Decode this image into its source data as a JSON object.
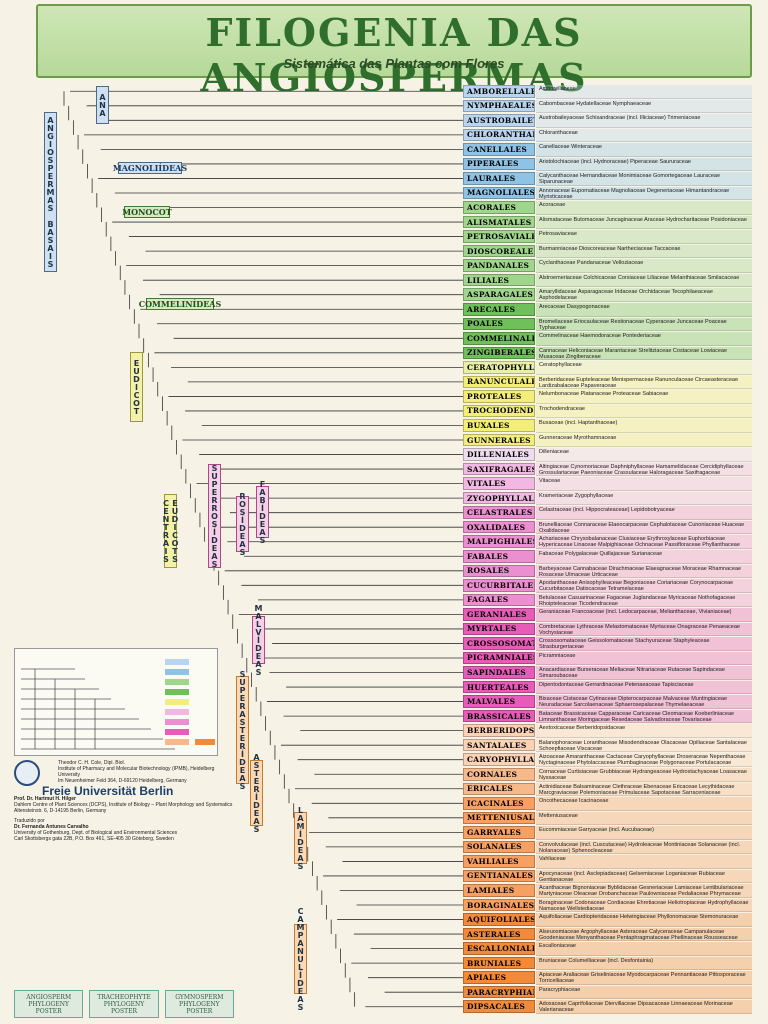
{
  "header": {
    "title": "FILOGENIA DAS ANGIOSPERMAS",
    "subtitle": "Sistemática das Plantas com Flores"
  },
  "groups": {
    "angiospermas_basais": "ANGIOSPERMAS BASAIS",
    "ana": "ANA",
    "magnolideas": "MAGNOLIÍDEAS",
    "monocot": "MONOCOT",
    "commelinideas": "COMMELINÍDEAS",
    "eudicot": "EUDICOT",
    "eudicots_centrais": "EUDICOTS CENTRAIS",
    "superrosideas": "SUPERROSÍDEAS",
    "rosideas": "ROSÍDEAS",
    "fabideas": "FABÍDEAS",
    "malvideas": "MALVÍDEAS",
    "superasterideas": "SUPERASTERÍDEAS",
    "asterideas": "ASTERÍDEAS",
    "lamideas": "LAMÍDEAS",
    "campanulideas": "CAMPANULÍDEAS"
  },
  "orders": [
    {
      "name": "AMBORELLALES",
      "color": "#b9d4ee",
      "families": "Amborellaceae"
    },
    {
      "name": "NYMPHAEALES",
      "color": "#b9d4ee",
      "families": "Cabombaceae    Hydatellaceae    Nymphaeaceae"
    },
    {
      "name": "AUSTROBAILEYALES",
      "color": "#b9d4ee",
      "families": "Austrobaileyaceae    Schisandraceae (incl. Illiciaceae)    Trimeniaceae"
    },
    {
      "name": "CHLORANTHALES",
      "color": "#b9d4ee",
      "families": "Chloranthaceae"
    },
    {
      "name": "CANELLALES",
      "color": "#8fc3e6",
      "families": "Canellaceae    Winteraceae"
    },
    {
      "name": "PIPERALES",
      "color": "#8fc3e6",
      "families": "Aristolochiaceae (incl. Hydnoraceae)    Piperaceae    Saururaceae"
    },
    {
      "name": "LAURALES",
      "color": "#8fc3e6",
      "families": "Calycanthaceae  Hernandiaceae  Monimiaceae  Gomortegaceae  Lauraceae  Siparunaceae"
    },
    {
      "name": "MAGNOLIALES",
      "color": "#8fc3e6",
      "families": "Annonaceae  Eupomatiaceae  Magnoliaceae  Degeneriaceae  Himantandraceae  Myristicaceae"
    },
    {
      "name": "ACORALES",
      "color": "#9fd68b",
      "families": "Acoraceae"
    },
    {
      "name": "ALISMATALES",
      "color": "#9fd68b",
      "families": "Alismataceae  Butomaceae  Juncaginaceae  Araceae  Hydrocharitaceae  Posidoniaceae"
    },
    {
      "name": "PETROSAVIALES",
      "color": "#9fd68b",
      "families": "Petrosaviaceae"
    },
    {
      "name": "DIOSCOREALES",
      "color": "#9fd68b",
      "families": "Burmanniaceae    Dioscoreaceae    Nartheciaceae    Taccaceae"
    },
    {
      "name": "PANDANALES",
      "color": "#9fd68b",
      "families": "Cyclanthaceae    Pandanaceae    Velloziaceae"
    },
    {
      "name": "LILIALES",
      "color": "#9fd68b",
      "families": "Alstroemeriaceae  Colchicaceae  Corsiaceae  Liliaceae  Melanthiaceae  Smilacaceae"
    },
    {
      "name": "ASPARAGALES",
      "color": "#9fd68b",
      "families": "Amaryllidaceae  Asparagaceae  Iridaceae  Orchidaceae  Tecophilaeaceae  Asphodelaceae"
    },
    {
      "name": "ARECALES",
      "color": "#6fbf5a",
      "families": "Arecaceae    Dasypogonaceae"
    },
    {
      "name": "POALES",
      "color": "#6fbf5a",
      "families": "Bromeliaceae  Eriocaulaceae  Restionaceae  Cyperaceae  Juncaceae  Poaceae  Typhaceae"
    },
    {
      "name": "COMMELINALES",
      "color": "#6fbf5a",
      "families": "Commelinaceae    Haemodoraceae    Pontederiaceae"
    },
    {
      "name": "ZINGIBERALES",
      "color": "#6fbf5a",
      "families": "Cannaceae  Heliconiaceae  Marantaceae  Strelitziaceae  Costaceae  Lowiaceae  Musaceae  Zingiberaceae"
    },
    {
      "name": "CERATOPHYLLALES",
      "color": "#e8f0a8",
      "families": "Ceratophyllaceae"
    },
    {
      "name": "RANUNCULALES",
      "color": "#f3ee7a",
      "families": "Berberidaceae  Eupteleaceae  Menispermaceae  Ranunculaceae  Circaeasteraceae  Lardizabalaceae  Papaveraceae"
    },
    {
      "name": "PROTEALES",
      "color": "#f3ee7a",
      "families": "Nelumbonaceae    Platanaceae    Proteaceae    Sabiaceae"
    },
    {
      "name": "TROCHODENDRALES",
      "color": "#f3ee7a",
      "families": "Trochodendraceae"
    },
    {
      "name": "BUXALES",
      "color": "#f3ee7a",
      "families": "Buxaceae (incl. Haptanthaceae)"
    },
    {
      "name": "GUNNERALES",
      "color": "#f3ee7a",
      "families": "Gunneraceae    Myrothamnaceae"
    },
    {
      "name": "DILLENIALES",
      "color": "#f0dcef",
      "families": "Dilleniaceae"
    },
    {
      "name": "SAXIFRAGALES",
      "color": "#f0b8e2",
      "families": "Altingiaceae  Cynomoriaceae  Daphniphyllaceae  Hamamelidaceae  Cercidiphyllaceae  Grossulariaceae  Paeoniaceae  Crassulaceae  Haloragaceae  Saxifragaceae"
    },
    {
      "name": "VITALES",
      "color": "#f0b8e2",
      "families": "Vitaceae"
    },
    {
      "name": "ZYGOPHYLLALES",
      "color": "#f0b8e2",
      "families": "Krameriaceae    Zygophyllaceae"
    },
    {
      "name": "CELASTRALES",
      "color": "#ec8fd0",
      "families": "Celastraceae (incl. Hippocrateaceae)    Lepidobotryaceae"
    },
    {
      "name": "OXALIDALES",
      "color": "#ec8fd0",
      "families": "Brunelliaceae  Connaraceae  Elaeocarpaceae  Cephalotaceae  Cunoniaceae  Huaceae  Oxalidaceae"
    },
    {
      "name": "MALPIGHIALES",
      "color": "#ec8fd0",
      "families": "Achariaceae  Chrysobalanaceae  Clusiaceae  Erythroxylaceae  Euphorbiaceae  Hypericaceae  Linaceae  Malpighiaceae  Ochnaceae  Passifloraceae  Phyllanthaceae  Podostemaceae  Rhizophoraceae  Salicaceae  Violaceae"
    },
    {
      "name": "FABALES",
      "color": "#ec8fd0",
      "families": "Fabaceae    Polygalaceae    Quillajaceae    Surianaceae"
    },
    {
      "name": "ROSALES",
      "color": "#ec8fd0",
      "families": "Barbeyaceae  Cannabaceae  Dirachmaceae  Elaeagnaceae  Moraceae  Rhamnaceae  Rosaceae  Ulmaceae  Urticaceae"
    },
    {
      "name": "CUCURBITALES",
      "color": "#ec8fd0",
      "families": "Apodanthaceae  Anisophylleaceae  Begoniaceae  Coriariaceae  Corynocarpaceae  Cucurbitaceae  Datiscaceae  Tetramelaceae"
    },
    {
      "name": "FAGALES",
      "color": "#ec8fd0",
      "families": "Betulaceae  Casuarinaceae  Fagaceae  Juglandaceae  Myricaceae  Nothofagaceae  Rhoipteleaceae  Ticodendraceae"
    },
    {
      "name": "GERANIALES",
      "color": "#e65cb8",
      "families": "Geraniaceae    Francoaceae (incl. Ledocarpaceae, Melianthaceae, Vivianiaceae)"
    },
    {
      "name": "MYRTALES",
      "color": "#e65cb8",
      "families": "Combretaceae  Lythraceae  Melastomataceae  Myrtaceae  Onagraceae  Penaeaceae  Vochysiaceae"
    },
    {
      "name": "CROSSOSOMATALES",
      "color": "#e65cb8",
      "families": "Crossosomataceae  Geissolomataceae  Stachyuraceae  Staphyleaceae  Strasburgeriaceae"
    },
    {
      "name": "PICRAMNIALES",
      "color": "#e65cb8",
      "families": "Picramniaceae"
    },
    {
      "name": "SAPINDALES",
      "color": "#e65cb8",
      "families": "Anacardiaceae  Burseraceae  Meliaceae  Nitrariaceae  Rutaceae  Sapindaceae  Simaroubaceae"
    },
    {
      "name": "HUERTEALES",
      "color": "#e65cb8",
      "families": "Dipentodontaceae    Gerrardinaceae    Petenaeaceae    Tapisciaceae"
    },
    {
      "name": "MALVALES",
      "color": "#e65cb8",
      "families": "Bixaceae  Cistaceae  Cytinaceae  Dipterocarpaceae  Malvaceae  Muntingiaceae  Neuradaceae  Sarcolaenaceae  Sphaerosepalaceae  Thymelaeaceae"
    },
    {
      "name": "BRASSICALES",
      "color": "#e65cb8",
      "families": "Bataceae  Brassicaceae  Capparaceae  Caricaceae  Cleomaceae  Koeberliniaceae  Limnanthaceae  Moringaceae  Resedaceae  Salvadoraceae  Tovariaceae  Tropaeolaceae"
    },
    {
      "name": "BERBERIDOPSIDALES",
      "color": "#fbd2b4",
      "families": "Aextoxicaceae    Berberidopsidaceae"
    },
    {
      "name": "SANTALALES",
      "color": "#fbd2b4",
      "families": "Balanophoraceae  Loranthaceae  Misodendraceae  Olacaceae  Opiliaceae  Santalaceae  Schoepfiaceae  Viscaceae"
    },
    {
      "name": "CARYOPHYLLALES",
      "color": "#fbd2b4",
      "families": "Aizoaceae  Amaranthaceae  Cactaceae  Caryophyllaceae  Droseraceae  Nepenthaceae  Nyctaginaceae  Phytolaccaceae  Plumbaginaceae  Polygonaceae  Portulacaceae  Tamaricaceae"
    },
    {
      "name": "CORNALES",
      "color": "#f8b98a",
      "families": "Cornaceae  Curtisiaceae  Grubbiaceae  Hydrangeaceae  Hydrostachyaceae  Loasaceae  Nyssaceae"
    },
    {
      "name": "ERICALES",
      "color": "#f8b98a",
      "families": "Actinidiaceae  Balsaminaceae  Clethraceae  Ebenaceae  Ericaceae  Lecythidaceae  Marcgraviaceae  Polemoniaceae  Primulaceae  Sapotaceae  Sarraceniaceae  Styracaceae  Theaceae"
    },
    {
      "name": "ICACINALES",
      "color": "#f8a062",
      "families": "Oncothecaceae    Icacinaceae"
    },
    {
      "name": "METTENIUSALES",
      "color": "#f8a062",
      "families": "Metteniusaceae"
    },
    {
      "name": "GARRYALES",
      "color": "#f8a062",
      "families": "Eucommiaceae    Garryaceae (incl. Aucubaceae)"
    },
    {
      "name": "SOLANALES",
      "color": "#f8a062",
      "families": "Convolvulaceae (incl. Cuscutaceae)  Hydroleaceae  Montiniaceae  Solanaceae (incl. Nolanaceae)  Sphenocleaceae"
    },
    {
      "name": "VAHLIALES",
      "color": "#f8a062",
      "families": "Vahliaceae"
    },
    {
      "name": "GENTIANALES",
      "color": "#f8a062",
      "families": "Apocynaceae (incl. Asclepiadaceae)  Gelsemiaceae  Loganiaceae  Rubiaceae  Gentianaceae"
    },
    {
      "name": "LAMIALES",
      "color": "#f8a062",
      "families": "Acanthaceae  Bignoniaceae  Byblidaceae  Gesneriaceae  Lamiaceae  Lentibulariaceae  Martyniaceae  Oleaceae  Orobanchaceae  Paulowniaceae  Pedaliaceae  Phrymaceae  Plantaginaceae  Scrophulariaceae  Verbenaceae"
    },
    {
      "name": "BORAGINALES",
      "color": "#f8a062",
      "families": "Boraginaceae  Codonaceae  Cordiaceae  Ehretiaceae  Heliotropiaceae  Hydrophyllaceae  Namaceae  Wellstediaceae"
    },
    {
      "name": "AQUIFOLIALES",
      "color": "#f18a3b",
      "families": "Aquifoliaceae  Cardiopteridaceae  Helwingiaceae  Phyllonomaceae  Stemonuraceae"
    },
    {
      "name": "ASTERALES",
      "color": "#f18a3b",
      "families": "Alseuosmiaceae  Argophyllaceae  Asteraceae  Calyceraceae  Campanulaceae  Goodeniaceae  Menyanthaceae  Pentaphragmataceae  Phellinaceae  Rousseaceae  Stylidiaceae"
    },
    {
      "name": "ESCALLONIALES",
      "color": "#f18a3b",
      "families": "Escalloniaceae"
    },
    {
      "name": "BRUNIALES",
      "color": "#f18a3b",
      "families": "Bruniaceae    Columelliaceae (incl. Desfontainia)"
    },
    {
      "name": "APIALES",
      "color": "#f18a3b",
      "families": "Apiaceae  Araliaceae  Griseliniaceae  Myodocarpaceae  Pennantiaceae  Pittosporaceae  Torricelliaceae"
    },
    {
      "name": "PARACRYPHIALES",
      "color": "#f18a3b",
      "families": "Paracryphiaceae"
    },
    {
      "name": "DIPSACALES",
      "color": "#f18a3b",
      "families": "Adoxaceae  Caprifoliaceae  Diervillaceae  Dipsacaceae  Linnaeaceae  Morinaceae  Valerianaceae"
    }
  ],
  "credits": {
    "author": "Theodor C. H. Cole, Dipl. Biol.",
    "institute": "Institute of Pharmacy and Molecular Biotechnology (IPMB), Heidelberg University",
    "address": "Im Neuenheimer Feld 364, D-69120 Heidelberg, Germany",
    "university": "Freie Universität Berlin",
    "coauthor": "Prof. Dr. Hartmut H. Hilger",
    "coauthor_inst": "Dahlem Centre of Plant Sciences (DCPS), Institute of Biology – Plant Morphology and Systematics",
    "coauthor_addr": "Altensteinstr. 6, D-14195 Berlin, Germany",
    "translated_by": "Traduzido por",
    "translator": "Dr. Fernanda Antunes Carvalho",
    "translator_inst": "University of Gothenburg, Dept. of Biological and Environmental Sciences",
    "translator_addr": "Carl Skottsbergs gata 22B, P.O. Box 461, SE-405 30 Göteborg, Sweden"
  },
  "logos": [
    "ANGIOSPERM PHYLOGENY POSTER",
    "TRACHEOPHYTE PHYLOGENY POSTER",
    "GYMNOSPERM PHYLOGENY POSTER"
  ],
  "colors": {
    "banner_bg": "#c3e0a8",
    "title": "#2f6e2c",
    "branch": "#333333"
  }
}
